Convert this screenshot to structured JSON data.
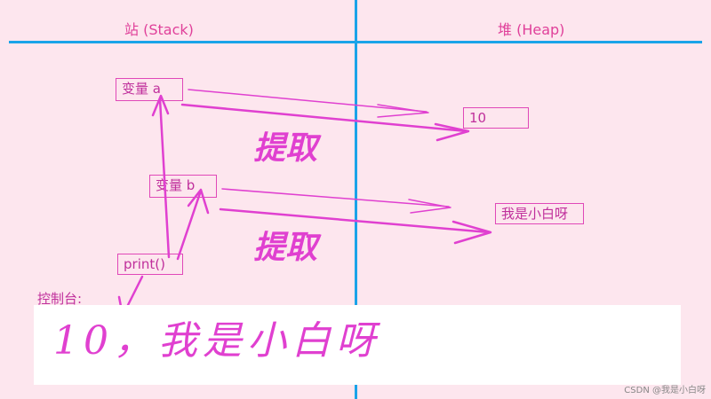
{
  "headers": {
    "stack": "站 (Stack)",
    "heap": "堆 (Heap)"
  },
  "stack": {
    "var_a": "变量 a",
    "var_b": "变量 b",
    "print": "print()"
  },
  "heap": {
    "value_a": "10",
    "value_b": "我是小白呀"
  },
  "annotations": {
    "extract_1": "提取",
    "extract_2": "提取"
  },
  "console": {
    "label": "控制台:",
    "output": "10，我是小白呀"
  },
  "watermark": "CSDN @我是小白呀",
  "colors": {
    "background": "#fde6ee",
    "divider": "#1aa3e8",
    "ink": "#e040d0"
  }
}
